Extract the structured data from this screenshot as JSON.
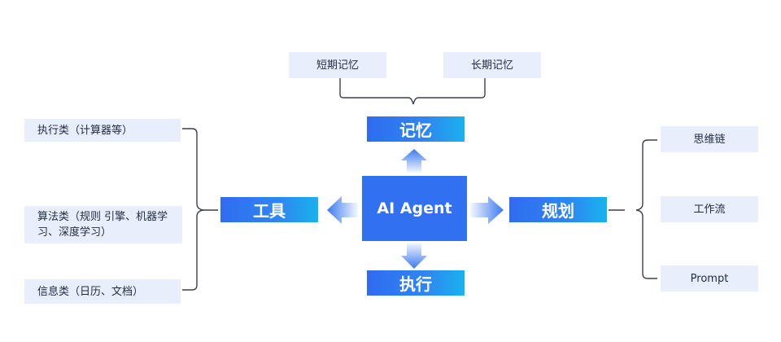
{
  "center": {
    "label": "AI Agent"
  },
  "categories": {
    "memory": "记忆",
    "tools": "工具",
    "planning": "规划",
    "execution": "执行"
  },
  "memory_items": [
    "短期记忆",
    "长期记忆"
  ],
  "tool_items": [
    "执行类（计算器等）",
    "算法类（规则 引擎、机器学习、深度学习）",
    "信息类（日历、文档）"
  ],
  "planning_items": [
    "思维链",
    "工作流",
    "Prompt"
  ],
  "colors": {
    "center": "#3170f0",
    "category_gradient_start": "#2f6cf0",
    "category_gradient_end": "#19b2ee",
    "leaf_bg": "#e8eefb",
    "bracket": "#3a3f4a",
    "arrow": "#3b79f0"
  }
}
